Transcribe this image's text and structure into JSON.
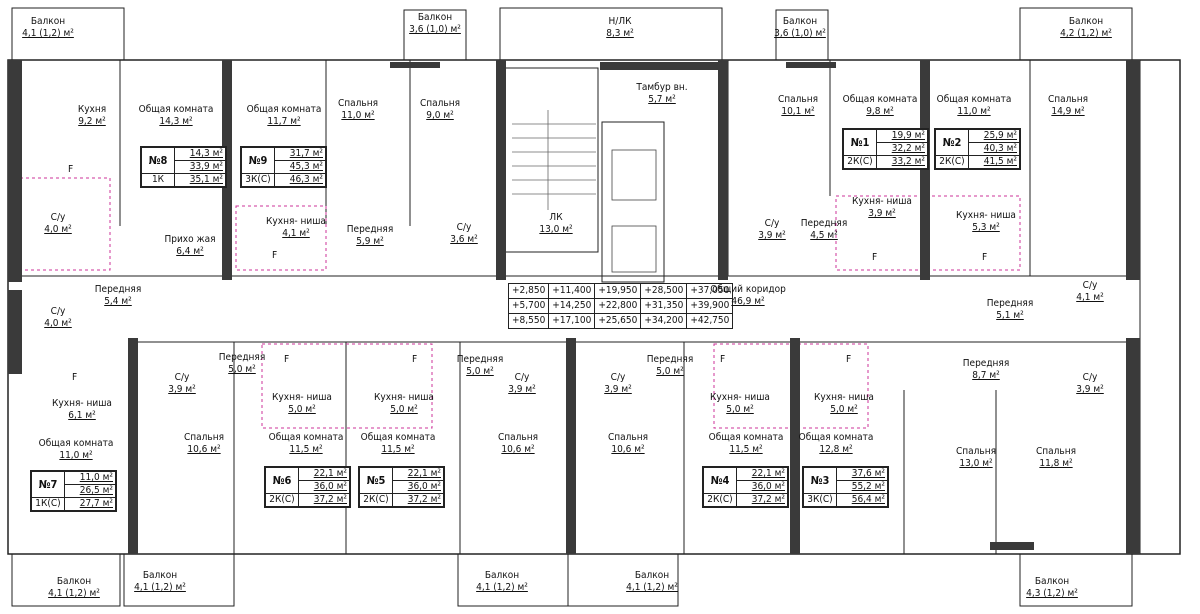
{
  "top_center": {
    "label": "Н/ЛК",
    "area": "8,3 м²"
  },
  "stair": {
    "label": "ЛК",
    "area": "13,0 м²"
  },
  "vestibule": {
    "label": "Тамбур вн.",
    "area": "5,7 м²"
  },
  "corridor": {
    "label": "Общий коридор",
    "area": "46,9 м²"
  },
  "elevations": [
    [
      "+2,850",
      "+11,400",
      "+19,950",
      "+28,500",
      "+37,050"
    ],
    [
      "+5,700",
      "+14,250",
      "+22,800",
      "+31,350",
      "+39,900"
    ],
    [
      "+8,550",
      "+17,100",
      "+25,650",
      "+34,200",
      "+42,750"
    ]
  ],
  "balconies": [
    {
      "label": "Балкон",
      "value": "4,1 (1,2) м²"
    },
    {
      "label": "Балкон",
      "value": "3,6 (1,0) м²"
    },
    {
      "label": "Балкон",
      "value": "3,6 (1,0) м²"
    },
    {
      "label": "Балкон",
      "value": "4,2 (1,2) м²"
    },
    {
      "label": "Балкон",
      "value": "4,1 (1,2) м²"
    },
    {
      "label": "Балкон",
      "value": "4,1 (1,2) м²"
    },
    {
      "label": "Балкон",
      "value": "4,1 (1,2) м²"
    },
    {
      "label": "Балкон",
      "value": "4,1 (1,2) м²"
    },
    {
      "label": "Балкон",
      "value": "4,3 (1,2) м²"
    }
  ],
  "rooms": [
    {
      "name": "Кухня",
      "area": "9,2 м²"
    },
    {
      "name": "Общая комната",
      "area": "14,3 м²"
    },
    {
      "name": "Общая комната",
      "area": "11,7 м²"
    },
    {
      "name": "Спальня",
      "area": "11,0 м²"
    },
    {
      "name": "Спальня",
      "area": "9,0 м²"
    },
    {
      "name": "С/у",
      "area": "4,0 м²"
    },
    {
      "name": "Прихо жая",
      "area": "6,4 м²"
    },
    {
      "name": "Кухня- ниша",
      "area": "4,1 м²"
    },
    {
      "name": "Передняя",
      "area": "5,9 м²"
    },
    {
      "name": "С/у",
      "area": "3,6 м²"
    },
    {
      "name": "Передняя",
      "area": "5,4 м²"
    },
    {
      "name": "С/у",
      "area": "4,0 м²"
    },
    {
      "name": "Кухня- ниша",
      "area": "6,1 м²"
    },
    {
      "name": "Общая комната",
      "area": "11,0 м²"
    },
    {
      "name": "С/у",
      "area": "3,9 м²"
    },
    {
      "name": "Передняя",
      "area": "5,0 м²"
    },
    {
      "name": "Кухня- ниша",
      "area": "5,0 м²"
    },
    {
      "name": "Кухня- ниша",
      "area": "5,0 м²"
    },
    {
      "name": "Спальня",
      "area": "10,6 м²"
    },
    {
      "name": "Общая комната",
      "area": "11,5 м²"
    },
    {
      "name": "Общая комната",
      "area": "11,5 м²"
    },
    {
      "name": "Передняя",
      "area": "5,0 м²"
    },
    {
      "name": "С/у",
      "area": "3,9 м²"
    },
    {
      "name": "С/у",
      "area": "3,9 м²"
    },
    {
      "name": "Передняя",
      "area": "5,0 м²"
    },
    {
      "name": "Спальня",
      "area": "10,6 м²"
    },
    {
      "name": "Спальня",
      "area": "10,6 м²"
    },
    {
      "name": "Кухня- ниша",
      "area": "5,0 м²"
    },
    {
      "name": "Кухня- ниша",
      "area": "5,0 м²"
    },
    {
      "name": "Общая комната",
      "area": "11,5 м²"
    },
    {
      "name": "Общая комната",
      "area": "12,8 м²"
    },
    {
      "name": "Спальня",
      "area": "10,1 м²"
    },
    {
      "name": "Общая комната",
      "area": "9,8 м²"
    },
    {
      "name": "Общая комната",
      "area": "11,0 м²"
    },
    {
      "name": "Спальня",
      "area": "14,9 м²"
    },
    {
      "name": "С/у",
      "area": "3,9 м²"
    },
    {
      "name": "Передняя",
      "area": "4,5 м²"
    },
    {
      "name": "Кухня- ниша",
      "area": "3,9 м²"
    },
    {
      "name": "Кухня- ниша",
      "area": "5,3 м²"
    },
    {
      "name": "С/у",
      "area": "4,1 м²"
    },
    {
      "name": "Передняя",
      "area": "5,1 м²"
    },
    {
      "name": "Передняя",
      "area": "8,7 м²"
    },
    {
      "name": "С/у",
      "area": "3,9 м²"
    },
    {
      "name": "Спальня",
      "area": "13,0 м²"
    },
    {
      "name": "Спальня",
      "area": "11,8 м²"
    }
  ],
  "apartments": [
    {
      "num": "№8",
      "type": "1К",
      "v1": "14,3 м²",
      "v2": "33,9 м²",
      "v3": "35,1 м²"
    },
    {
      "num": "№9",
      "type": "3К(С)",
      "v1": "31,7 м²",
      "v2": "45,3 м²",
      "v3": "46,3 м²"
    },
    {
      "num": "№1",
      "type": "2К(С)",
      "v1": "19,9 м²",
      "v2": "32,2 м²",
      "v3": "33,2 м²"
    },
    {
      "num": "№2",
      "type": "2К(С)",
      "v1": "25,9 м²",
      "v2": "40,3 м²",
      "v3": "41,5 м²"
    },
    {
      "num": "№7",
      "type": "1К(С)",
      "v1": "11,0 м²",
      "v2": "26,5 м²",
      "v3": "27,7 м²"
    },
    {
      "num": "№6",
      "type": "2К(С)",
      "v1": "22,1 м²",
      "v2": "36,0 м²",
      "v3": "37,2 м²"
    },
    {
      "num": "№5",
      "type": "2К(С)",
      "v1": "22,1 м²",
      "v2": "36,0 м²",
      "v3": "37,2 м²"
    },
    {
      "num": "№4",
      "type": "2К(С)",
      "v1": "22,1 м²",
      "v2": "36,0 м²",
      "v3": "37,2 м²"
    },
    {
      "num": "№3",
      "type": "3К(С)",
      "v1": "37,6 м²",
      "v2": "55,2 м²",
      "v3": "56,4 м²"
    }
  ],
  "fridge_mark": "F"
}
